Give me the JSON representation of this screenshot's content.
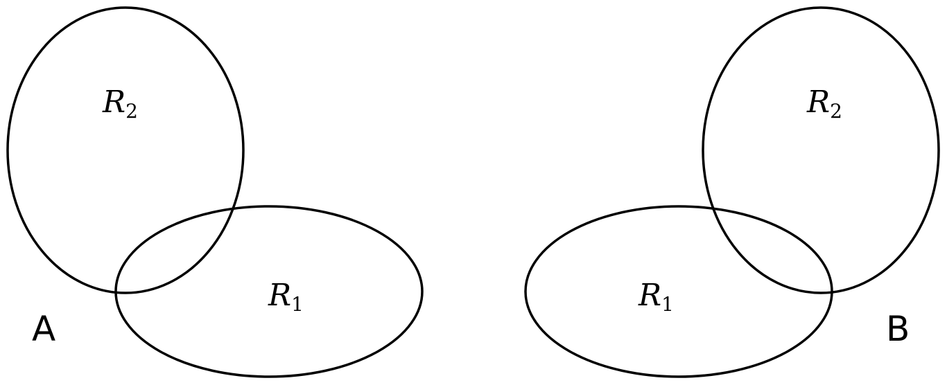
{
  "panels": [
    {
      "label": "A",
      "regions": [
        {
          "name": "R",
          "subscript": "2"
        },
        {
          "name": "R",
          "subscript": "1"
        }
      ]
    },
    {
      "label": "B",
      "regions": [
        {
          "name": "R",
          "subscript": "2"
        },
        {
          "name": "R",
          "subscript": "1"
        }
      ]
    }
  ]
}
